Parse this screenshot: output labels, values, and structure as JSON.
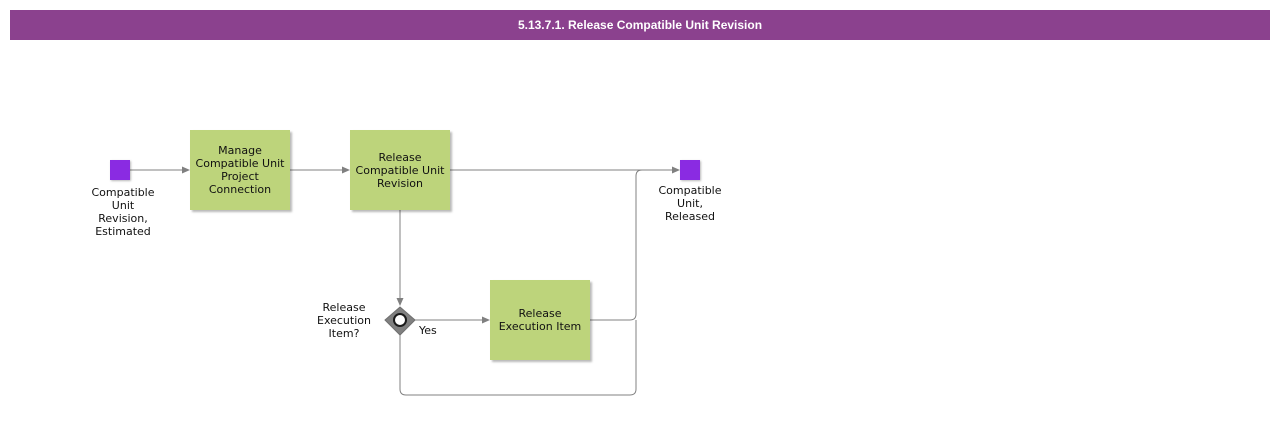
{
  "header": {
    "title": "5.13.7.1. Release Compatible Unit Revision"
  },
  "colors": {
    "header_bg": "#8b418e",
    "task_fill": "#bdd47b",
    "event_fill": "#8a2be2",
    "gateway_fill": "#808080",
    "connector": "#808080"
  },
  "events": {
    "start_label": "Compatible\nUnit\nRevision,\nEstimated",
    "end_label": "Compatible\nUnit,\nReleased"
  },
  "tasks": {
    "manage_connection": "Manage Compatible Unit Project Connection",
    "release_revision": "Release Compatible Unit Revision",
    "release_execution_item": "Release Execution Item"
  },
  "gateway": {
    "question": "Release\nExecution\nItem?",
    "yes_label": "Yes"
  }
}
